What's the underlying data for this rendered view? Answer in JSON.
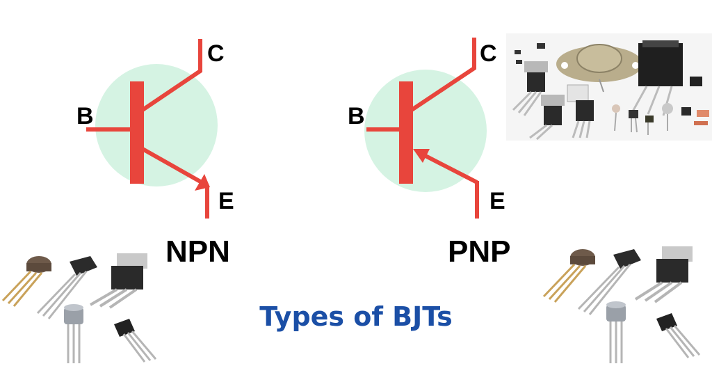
{
  "colors": {
    "symbol_red": "#e8453c",
    "circle_mint": "#d5f3e3",
    "caption_blue": "#1b4fa6",
    "label_black": "#000000"
  },
  "npn": {
    "label": "NPN",
    "base_label": "B",
    "collector_label": "C",
    "emitter_label": "E"
  },
  "pnp": {
    "label": "PNP",
    "base_label": "B",
    "collector_label": "C",
    "emitter_label": "E"
  },
  "caption": "Types of BJTs"
}
